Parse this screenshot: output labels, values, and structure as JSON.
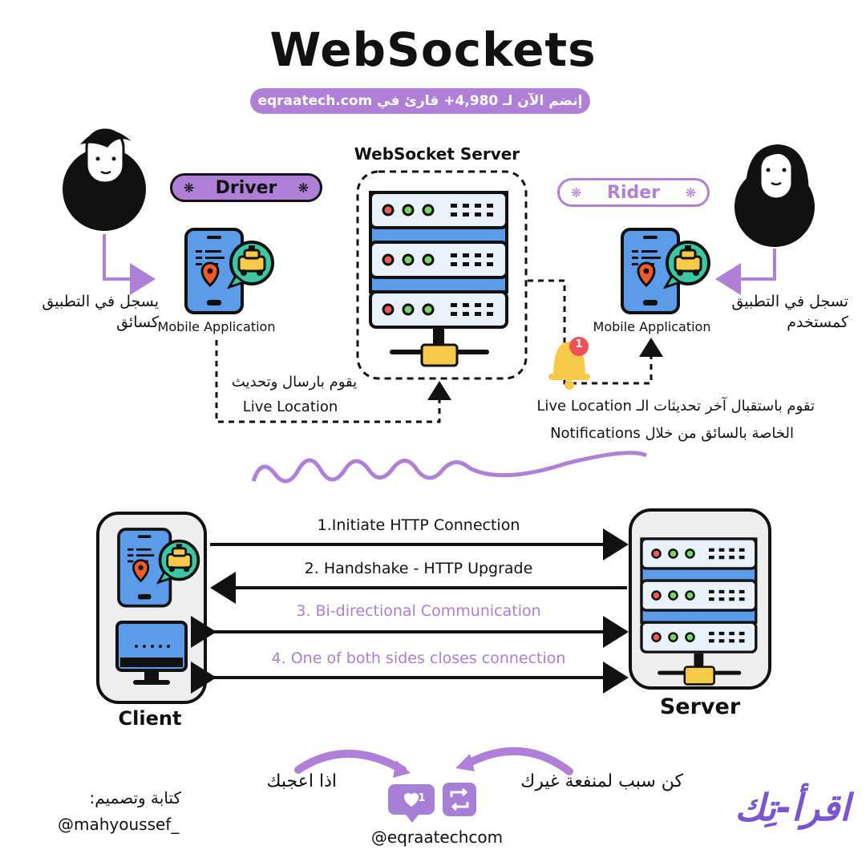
{
  "title": "WebSockets",
  "subtitle": "إنضم الآن لـ 4,980+ قارئ في eqraatech.com",
  "top": {
    "driver_label": "Driver",
    "rider_label": "Rider",
    "server_label": "WebSocket Server",
    "mobile_app_left": "Mobile Application",
    "mobile_app_right": "Mobile Application",
    "driver_ar_line1": "يسجل في التطبيق",
    "driver_ar_line2": "كسائق",
    "rider_ar_line1": "تسجل في التطبيق",
    "rider_ar_line2": "كمستخدم",
    "send_ar": "يقوم بارسال وتحديث",
    "send_en": "Live Location",
    "receive_line1": "تقوم باستقبال آخر تحديثات الـ Live Location",
    "receive_line2": "الخاصة بالسائق من خلال Notifications",
    "notification_count": "1"
  },
  "flow": {
    "step1": "1.Initiate HTTP Connection",
    "step2": "2. Handshake - HTTP Upgrade",
    "step3": "3. Bi-directional Communication",
    "step4": "4. One of both sides closes connection",
    "client_label": "Client",
    "server_label": "Server"
  },
  "footer": {
    "author_label": "كتابة وتصميم:",
    "author_handle": "@mahyoussef_",
    "like_prompt": "اذا اعجبك",
    "share_prompt": "كن سبب لمنفعة غيرك",
    "like_count": "1",
    "handle": "@eqraatechcom",
    "logo_text": "اقرأ-تِك"
  },
  "colors": {
    "accent": "#b07fd8",
    "server_blue": "#5b9be8",
    "bell": "#f7c948",
    "badge": "#f0505a"
  }
}
